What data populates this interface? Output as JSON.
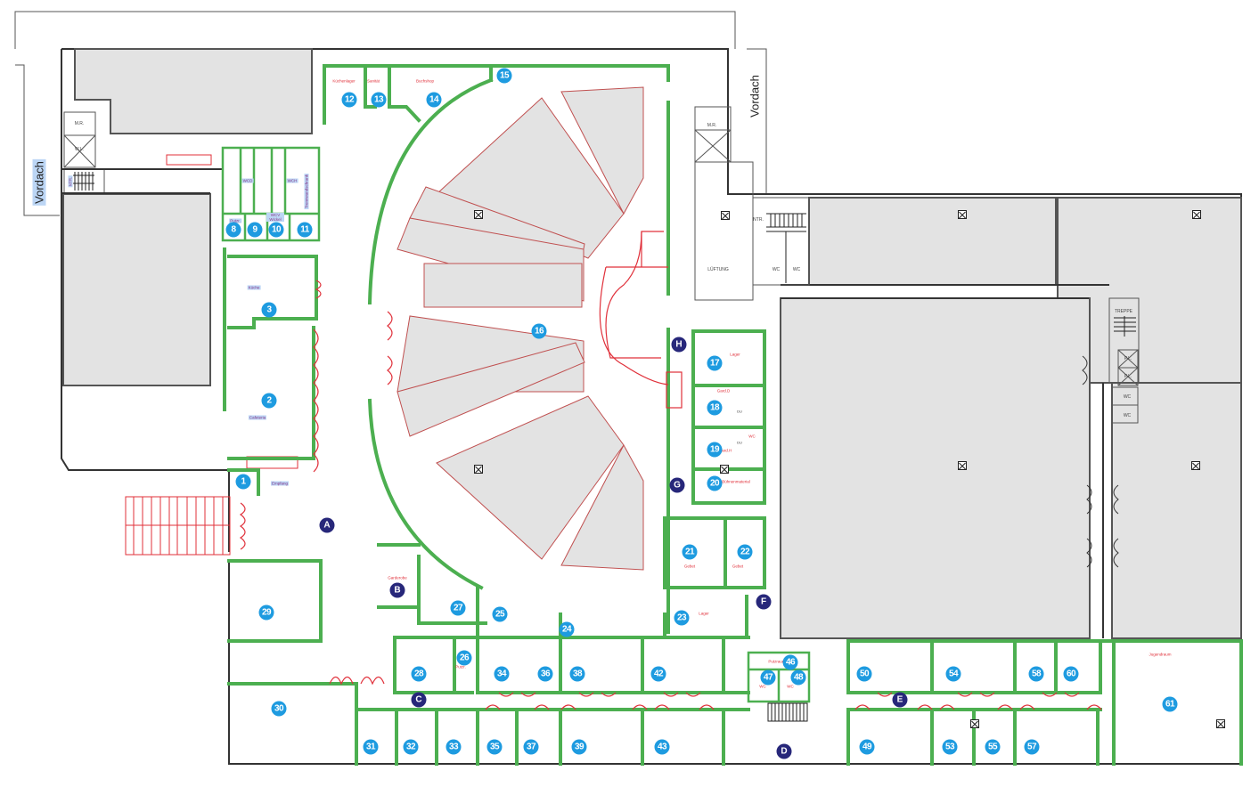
{
  "plan": {
    "vordach_labels": [
      "Vordach",
      "Vordach"
    ],
    "room_labels": {
      "kuechenlager": "Küchenlager",
      "sanitaet": "Sanität",
      "buchshop": "Buchshop",
      "kueche": "Küche",
      "cafeteria": "Cafeteria",
      "empfang": "Empfang",
      "wc_d": "WCD",
      "wc_h": "WCH",
      "trennwand": "Trennwandschrank",
      "putz": "Putzr.",
      "wcv_wickel": "WCV Wickel",
      "lager17": "Lager",
      "gard_d": "Gard.D",
      "du1": "DU",
      "du2": "DU",
      "wc_small": "WC",
      "gard_h": "Gard.H",
      "buehnenmaterial": "Bühnenmaterial",
      "gebet21": "Gebet",
      "gebet22": "Gebet",
      "lager23": "Lager",
      "garderobe": "Garderobe",
      "putz26": "Putzr.",
      "putzraum46": "Putzraum",
      "wc47": "WC",
      "wc48": "WC",
      "jugendraum": "Jugendraum"
    },
    "gray_labels": {
      "mr_left": "M.R.",
      "wl_left": "W.L.",
      "ntr_left": "NTR.",
      "mr_right": "M.R.",
      "lueftung": "LÜFTUNG",
      "ntr_right": "NTR.",
      "wc_a": "WC",
      "wc_b": "WC",
      "treppe": "TREPPE",
      "pl1": "P.L.",
      "pl2": "P.L.",
      "wc_c": "WC",
      "wc_d2": "WC"
    },
    "room_numbers": [
      "1",
      "2",
      "3",
      "8",
      "9",
      "10",
      "11",
      "12",
      "13",
      "14",
      "15",
      "16",
      "17",
      "18",
      "19",
      "20",
      "21",
      "22",
      "23",
      "24",
      "25",
      "26",
      "27",
      "28",
      "29",
      "30",
      "31",
      "32",
      "33",
      "34",
      "35",
      "36",
      "37",
      "38",
      "39",
      "42",
      "43",
      "46",
      "47",
      "48",
      "49",
      "50",
      "53",
      "54",
      "55",
      "57",
      "58",
      "60",
      "61"
    ],
    "area_letters": [
      "A",
      "B",
      "C",
      "D",
      "E",
      "F",
      "G",
      "H"
    ]
  },
  "colors": {
    "room_number": "#1e9be0",
    "area_letter": "#27277a",
    "walls_green": "#4caf50",
    "doors_red": "#e0303a",
    "gray_area": "#e3e3e3"
  }
}
